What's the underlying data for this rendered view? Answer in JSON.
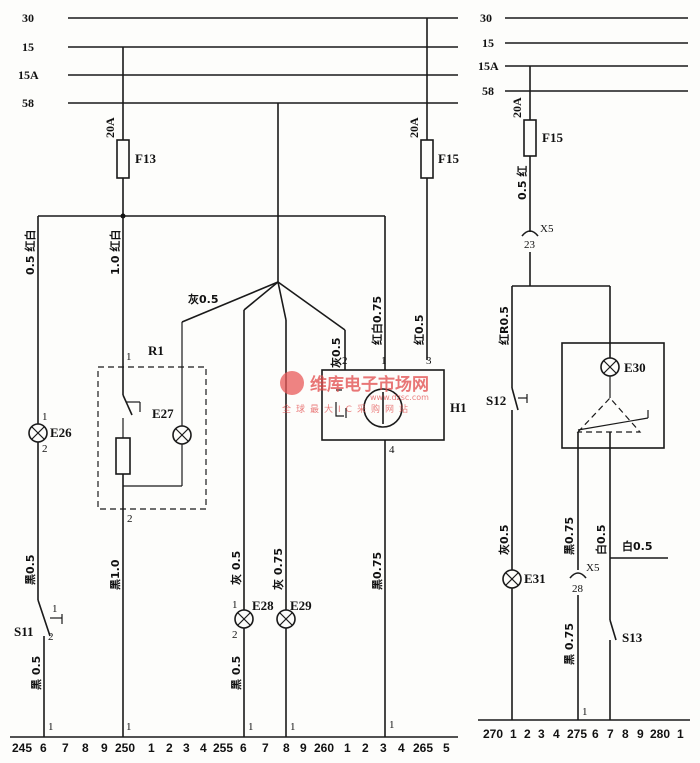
{
  "bus_labels": [
    "30",
    "15",
    "15A",
    "58"
  ],
  "fuses": [
    {
      "label": "F13",
      "rating": "20A"
    },
    {
      "label": "F15",
      "rating": "20A"
    }
  ],
  "components": {
    "e26": "E26",
    "e27": "E27",
    "e28": "E28",
    "e29": "E29",
    "e30": "E30",
    "e31": "E31",
    "r1": "R1",
    "h1": "H1",
    "s11": "S11",
    "s12": "S12",
    "s13": "S13",
    "x5": "X5"
  },
  "wires": [
    "0.5 红白",
    "黑0.5",
    "黑 0.5",
    "1.0 红白",
    "黑1.0",
    "灰0.5",
    "灰0.5",
    "红白0.75",
    "红0.5",
    "灰 0.5",
    "灰 0.75",
    "黑 0.5",
    "黑0.75",
    "0.5 红",
    "红R0.5",
    "灰0.5",
    "黑0.75",
    "白0.5",
    "白0.5",
    "黑 0.75"
  ],
  "watermark": {
    "brand": "维库电子市场网",
    "slogan": "全球最大IC采购网站",
    "url": "www.dzsc.com"
  },
  "footer_left": [
    "245",
    "6",
    "7",
    "8",
    "9",
    "250",
    "1",
    "2",
    "3",
    "4",
    "255",
    "6",
    "7",
    "8",
    "9",
    "260",
    "1",
    "2",
    "3",
    "4",
    "265",
    "5"
  ],
  "footer_right": [
    "270",
    "1",
    "2",
    "3",
    "4",
    "275",
    "6",
    "7",
    "8",
    "9",
    "280",
    "1"
  ]
}
